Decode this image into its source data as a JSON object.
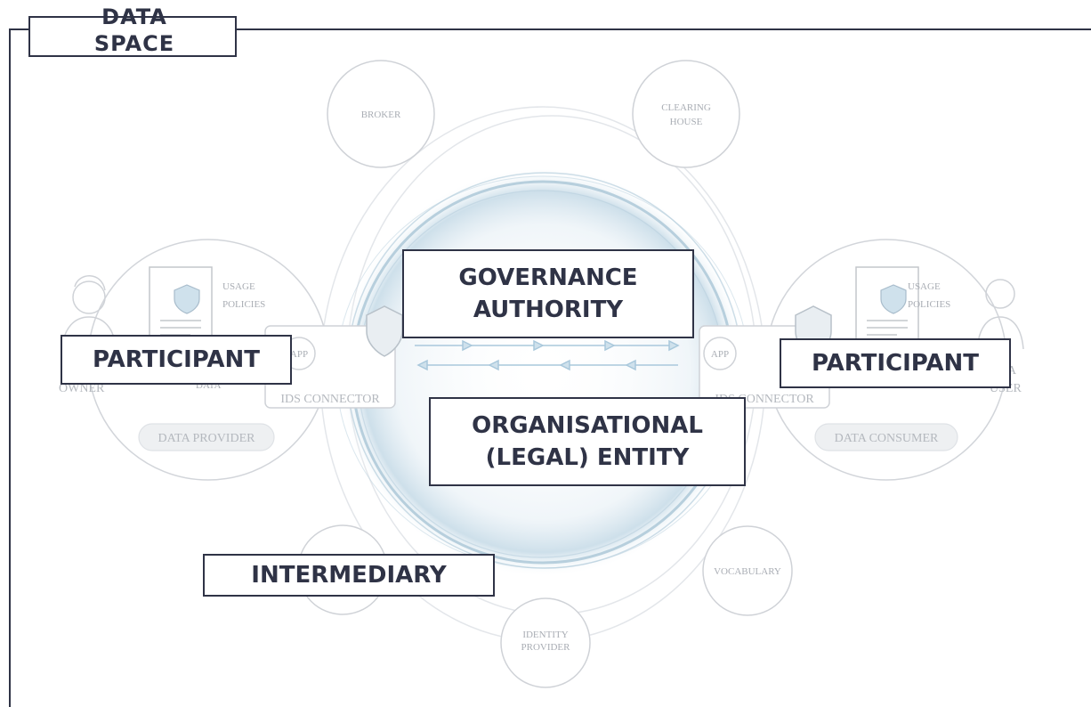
{
  "diagram": {
    "title": "DATA\nSPACE",
    "overlay_labels": {
      "governance_authority": "GOVERNANCE\nAUTHORITY",
      "organisational_entity": "ORGANISATIONAL\n(LEGAL) ENTITY",
      "participant_left": "PARTICIPANT",
      "participant_right": "PARTICIPANT",
      "intermediary": "INTERMEDIARY"
    },
    "background_labels": {
      "broker": "BROKER",
      "clearing_house": [
        "CLEARING",
        "HOUSE"
      ],
      "vocabulary": "VOCABULARY",
      "identity_provider": [
        "IDENTITY",
        "PROVIDER"
      ],
      "usage_policies_left": [
        "USAGE",
        "POLICIES"
      ],
      "usage_policies_right": [
        "USAGE",
        "POLICIES"
      ],
      "app_left": "APP",
      "app_right": "APP",
      "ids_connector_left": "IDS CONNECTOR",
      "ids_connector_right": "IDS CONNECTOR",
      "owner": "OWNER",
      "data_left": "DATA",
      "data_right": "DATA",
      "user": "USER",
      "a_right": "A",
      "data_provider": "DATA PROVIDER",
      "data_consumer": "DATA CONSUMER"
    },
    "colors": {
      "frame": "#2f3346",
      "faint": "#c9ccd2",
      "arrow": "#a9c8dc",
      "ring": "#b7cfdd"
    }
  }
}
